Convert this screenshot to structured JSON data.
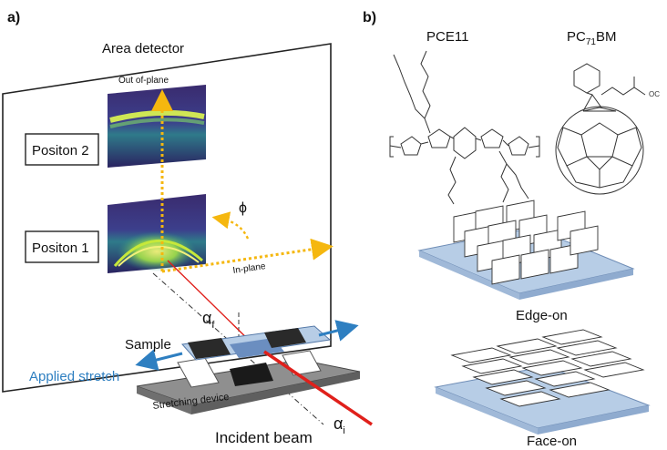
{
  "panel_a": {
    "label": "a)",
    "detector_label": "Area detector",
    "out_of_plane": "Out of-plane",
    "in_plane": "In-plane",
    "position2": "Positon 2",
    "position1": "Positon 1",
    "phi": "ϕ",
    "alpha_f": "α",
    "alpha_f_sub": "f",
    "alpha_i": "α",
    "alpha_i_sub": "i",
    "sample": "Sample",
    "applied_stretch": "Applied stretch",
    "stretching_device": "Stretching device",
    "incident_beam": "Incident beam"
  },
  "panel_b": {
    "label": "b)",
    "pce11": "PCE11",
    "pcbm_prefix": "PC",
    "pcbm_sub": "71",
    "pcbm_suffix": "BM",
    "edge_on": "Edge-on",
    "face_on": "Face-on"
  },
  "colors": {
    "beam": "#e0201b",
    "stretch_arrow": "#2e7fc1",
    "dotted_axis": "#f5b70f",
    "substrate": "#b7cde6",
    "detector_bg": "#2b1f5c",
    "scatter_ring": "#c6e83a"
  }
}
